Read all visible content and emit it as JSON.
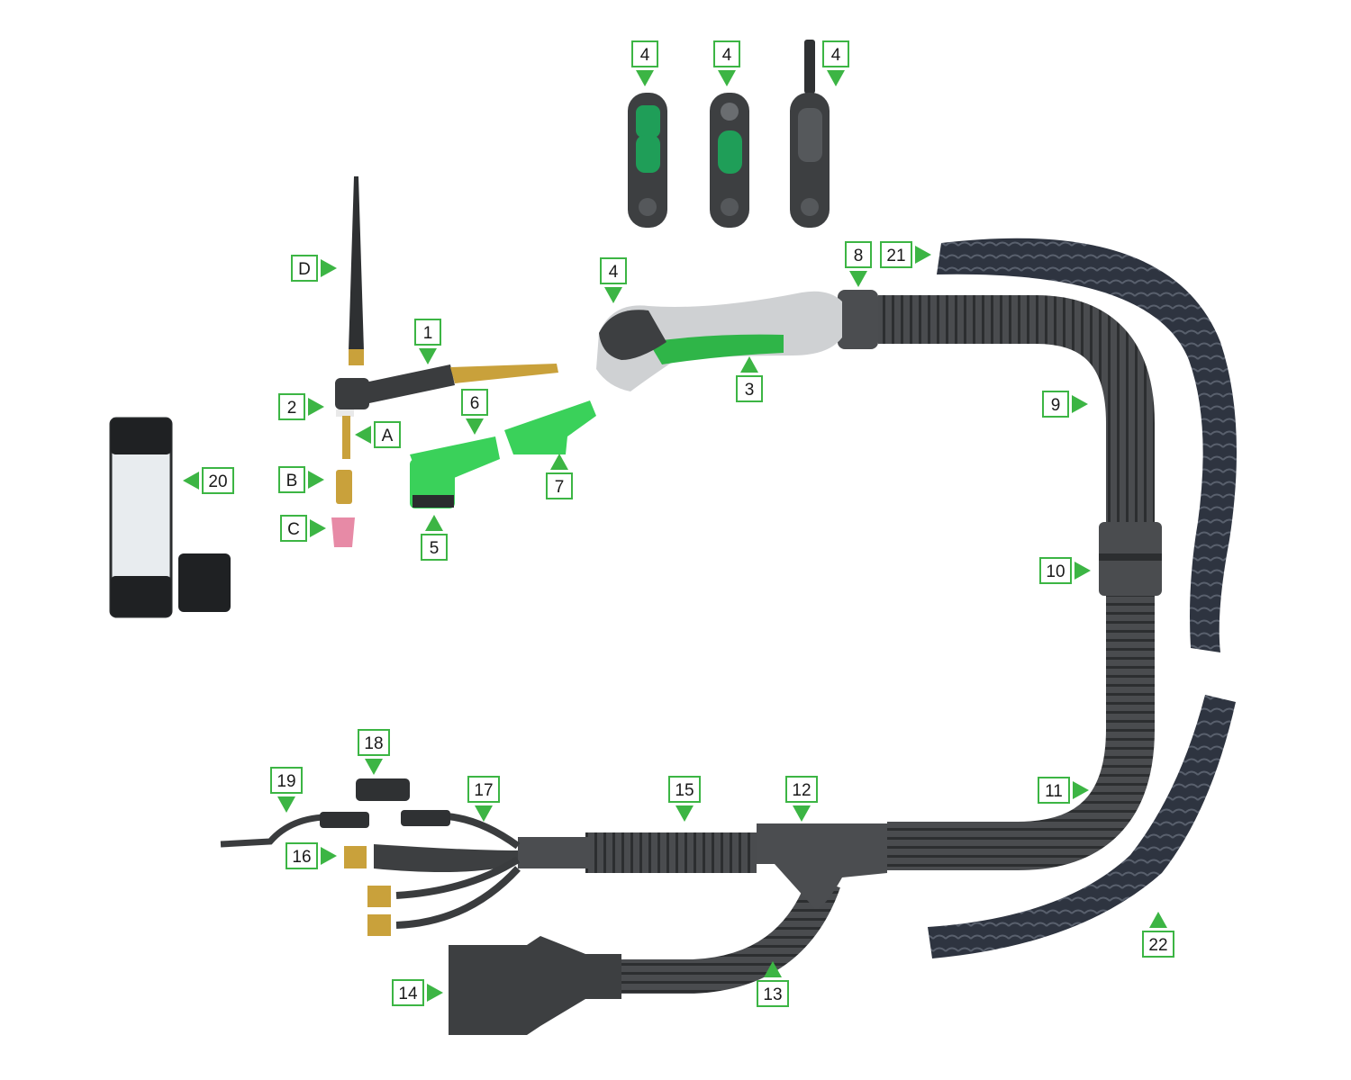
{
  "colors": {
    "accent": "#3cb544",
    "label_border": "#3cb544",
    "part_dark": "#3d3f41",
    "part_mid": "#55585b",
    "part_green": "#3ad15a",
    "brass": "#c9a13b",
    "ceramic": "#e78aa6"
  },
  "callouts": [
    {
      "text": "4"
    },
    {
      "text": "4"
    },
    {
      "text": "4"
    },
    {
      "text": "D"
    },
    {
      "text": "4"
    },
    {
      "text": "8"
    },
    {
      "text": "21"
    },
    {
      "text": "1"
    },
    {
      "text": "2"
    },
    {
      "text": "A"
    },
    {
      "text": "6"
    },
    {
      "text": "3"
    },
    {
      "text": "9"
    },
    {
      "text": "20"
    },
    {
      "text": "B"
    },
    {
      "text": "7"
    },
    {
      "text": "C"
    },
    {
      "text": "5"
    },
    {
      "text": "10"
    },
    {
      "text": "18"
    },
    {
      "text": "19"
    },
    {
      "text": "17"
    },
    {
      "text": "15"
    },
    {
      "text": "12"
    },
    {
      "text": "11"
    },
    {
      "text": "16"
    },
    {
      "text": "22"
    },
    {
      "text": "14"
    },
    {
      "text": "13"
    }
  ]
}
